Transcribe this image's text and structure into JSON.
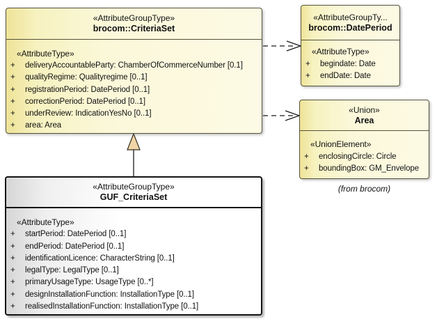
{
  "colors": {
    "class_fill_dark": "#eee398",
    "class_fill_light": "#fcfae4",
    "class_border": "#55513a",
    "highlight_fill_dark": "#d6d6d6",
    "highlight_fill_light": "#ffffff",
    "highlight_border": "#141414",
    "connector": "#1a1a1a",
    "generalization_triangle_fill": "#f2d5a7",
    "canvas_background": "#ffffff"
  },
  "classes": {
    "criteria_set": {
      "stereotype": "«AttributeGroupType»",
      "name": "brocom::CriteriaSet",
      "compartment_stereotype": "«AttributeType»",
      "attributes": [
        {
          "visibility": "+",
          "label": "deliveryAccountableParty: ChamberOfCommerceNumber [0.1]"
        },
        {
          "visibility": "+",
          "label": "qualityRegime: Qualityregime [0..1]"
        },
        {
          "visibility": "+",
          "label": "registrationPeriod: DatePeriod [0..1]"
        },
        {
          "visibility": "+",
          "label": "correctionPeriod: DatePeriod [0..1]"
        },
        {
          "visibility": "+",
          "label": "underReview: IndicationYesNo [0..1]"
        },
        {
          "visibility": "+",
          "label": "area: Area"
        }
      ]
    },
    "date_period": {
      "stereotype": "«AttributeGroupTy...",
      "name": "brocom::DatePeriod",
      "compartment_stereotype": "«AttributeType»",
      "attributes": [
        {
          "visibility": "+",
          "label": "begindate: Date"
        },
        {
          "visibility": "+",
          "label": "endDate: Date"
        }
      ]
    },
    "area": {
      "stereotype": "«Union»",
      "name": "Area",
      "compartment_stereotype": "«UnionElement»",
      "attributes": [
        {
          "visibility": "+",
          "label": "enclosingCircle: Circle"
        },
        {
          "visibility": "+",
          "label": "boundingBox: GM_Envelope"
        }
      ]
    },
    "guf_criteria_set": {
      "stereotype": "«AttributeGroupType»",
      "name": "GUF_CriteriaSet",
      "compartment_stereotype": "«AttributeType»",
      "attributes": [
        {
          "visibility": "+",
          "label": "startPeriod: DatePeriod [0..1]"
        },
        {
          "visibility": "+",
          "label": "endPeriod: DatePeriod [0..1]"
        },
        {
          "visibility": "+",
          "label": "identificationLicence: CharacterString [0..1]"
        },
        {
          "visibility": "+",
          "label": "legalType: LegalType [0..1]"
        },
        {
          "visibility": "+",
          "label": "primaryUsageType: UsageType [0..*]"
        },
        {
          "visibility": "+",
          "label": "designInstallationFunction: InstallationType [0..1]"
        },
        {
          "visibility": "+",
          "label": "realisedInstallationFunction: InstallationType [0..1]"
        }
      ]
    }
  },
  "annotations": {
    "from_note": "(from brocom)"
  }
}
